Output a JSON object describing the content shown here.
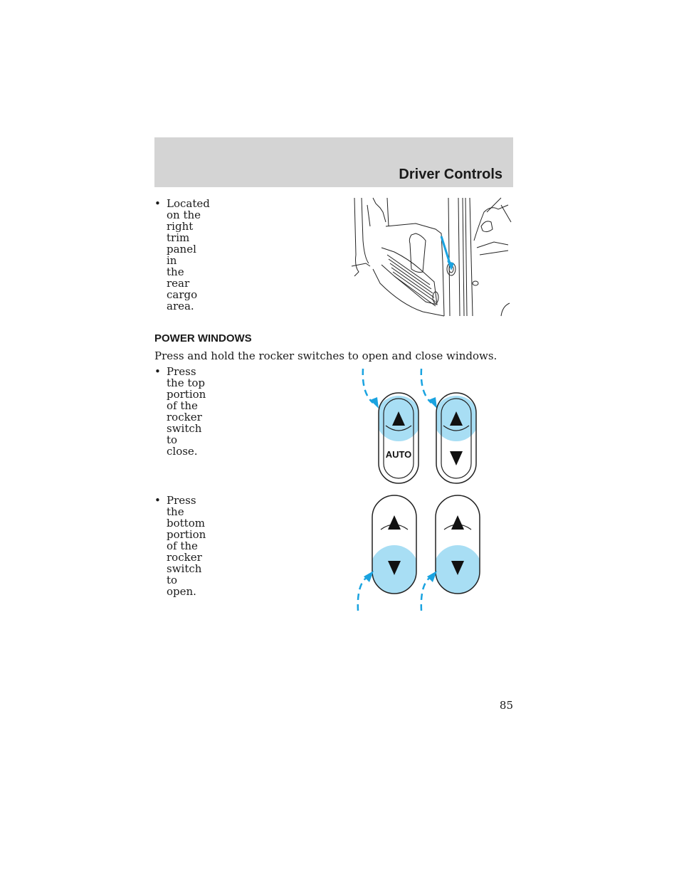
{
  "header": {
    "title": "Driver Controls"
  },
  "bullets": {
    "location": "Located on the right trim panel in\nthe rear cargo area.",
    "close": "Press the top portion of the\nrocker switch to close.",
    "open": "Press the bottom portion of the\nrocker switch to open."
  },
  "bullet_symbol": "•",
  "section": {
    "heading": "POWER WINDOWS",
    "intro": "Press and hold the rocker switches to open and close windows."
  },
  "switch_label": "AUTO",
  "page_number": "85",
  "colors": {
    "header_bg": "#d4d4d4",
    "highlight": "#a8def4",
    "arrow": "#1aa3e0"
  }
}
